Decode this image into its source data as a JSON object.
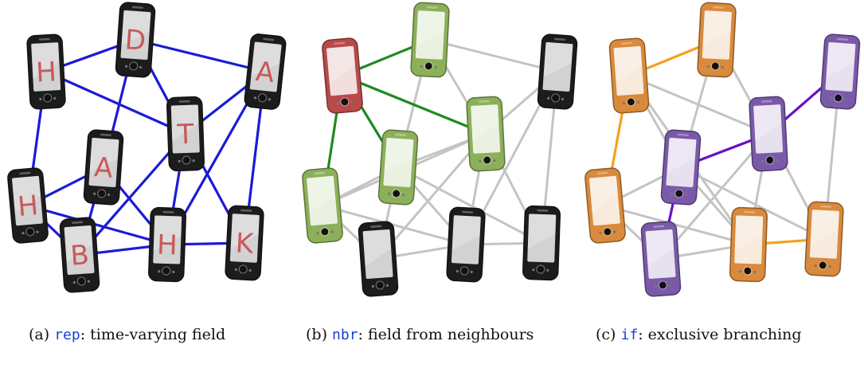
{
  "panels": [
    {
      "id": "a",
      "caption_prefix": "(a) ",
      "caption_keyword": "rep",
      "caption_rest": ": time-varying field",
      "phone_color": "#1c1c1c",
      "edge_color": "#1a1ad8",
      "labels": [
        "D",
        "H",
        "A",
        "T",
        "A",
        "H",
        "H",
        "B",
        "K"
      ]
    },
    {
      "id": "b",
      "caption_prefix": "(b) ",
      "caption_keyword": "nbr",
      "caption_rest": ":   field from neighbours",
      "colors": {
        "selected": "#b84a4a",
        "neighbour": "#8cb05a",
        "other": "#1c1c1c",
        "neighbour_edge": "#1f8a1f",
        "other_edge": "#c4c4c4"
      }
    },
    {
      "id": "c",
      "caption_prefix": "(c) ",
      "caption_keyword": "if",
      "caption_rest": ": exclusive branching",
      "colors": {
        "branch_true": "#d98a3c",
        "branch_false": "#7a5aa8",
        "true_edge": "#f5a020",
        "false_edge": "#6a10c8",
        "cross_edge": "#c4c4c4"
      }
    }
  ]
}
